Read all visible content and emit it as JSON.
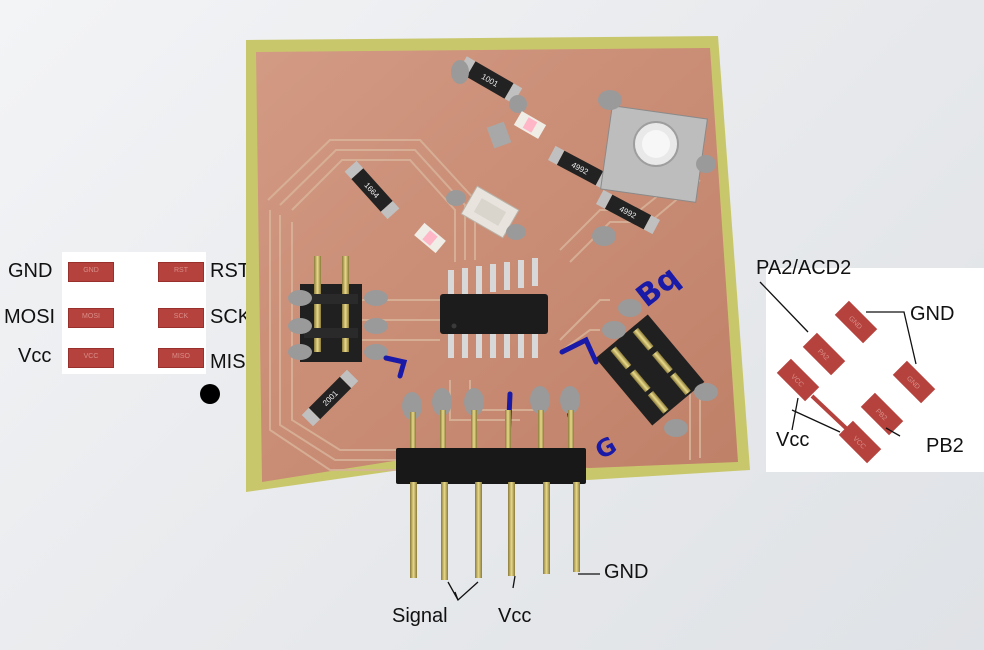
{
  "isp_header_labels": {
    "gnd": "GND",
    "rst": "RST",
    "mosi": "MOSI",
    "sck": "SCK",
    "vcc": "Vcc",
    "miso": "MISO"
  },
  "sensor_labels": {
    "pa2": "PA2/ACD2",
    "gnd": "GND",
    "vcc": "Vcc",
    "pb2": "PB2"
  },
  "pin_header_labels": {
    "gnd": "GND",
    "signal": "Signal",
    "vcc": "Vcc"
  },
  "component_markings": {
    "r1": "1001",
    "r2": "4992",
    "r3": "4992",
    "r4": "1664",
    "r5": "2001"
  },
  "handwriting": {
    "led_mark": "1",
    "top_mark": "Bq",
    "bottom_mark": "G"
  },
  "colors": {
    "board_substrate": "#c9c76c",
    "copper": "#c98c74",
    "pad": "#b5423d",
    "marker_blue": "#1a1aa8"
  }
}
